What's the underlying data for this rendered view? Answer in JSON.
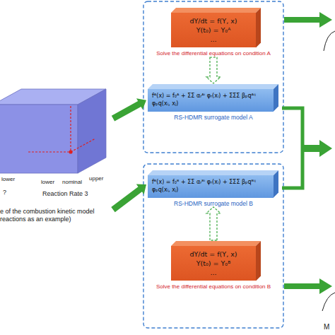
{
  "diagram": {
    "nodes": [
      {
        "text": [
          "e of the combustion kinetic model reactions as an example)"
        ]
      },
      {
        "text": [
          "dY/dt = f(Y, x)",
          "Y(t₀) = Y₀ᴬ",
          "...",
          "Solve the differential equations on condition A"
        ]
      },
      {
        "text": [
          "fᴬ(x) = f₀ᴬ + ΣΣ αᵣᴬⁱ φᵣ(xᵢ) + ΣΣΣ βₚqᴬⁱʲ φₚq(xᵢ, xⱼ)",
          "RS-HDMR surrogate model A"
        ]
      },
      {
        "text": [
          "fᴮ(x) = f₀ᴮ + ΣΣ αᵣᴮⁱ φᵣ(xᵢ) + ΣΣΣ βₚqᴮⁱʲ φₚq(xᵢ, xⱼ)",
          "RS-HDMR surrogate model B"
        ]
      },
      {
        "text": [
          "dY/dt = f(Y, x)",
          "Y(t₀) = Y₀ᴮ",
          "...",
          "Solve the differential equations on condition B"
        ]
      }
    ],
    "edges": [
      {
        "from": 0,
        "to": 2,
        "arrow": "to"
      },
      {
        "from": 0,
        "to": 3,
        "arrow": "to"
      },
      {
        "from": 1,
        "to": 2,
        "arrow": "to"
      },
      {
        "from": 4,
        "to": 3,
        "arrow": "to"
      }
    ],
    "labels": [
      "lower",
      "?",
      "lower",
      "nominal",
      "upper",
      "Reaction Rate 3",
      "M"
    ]
  }
}
